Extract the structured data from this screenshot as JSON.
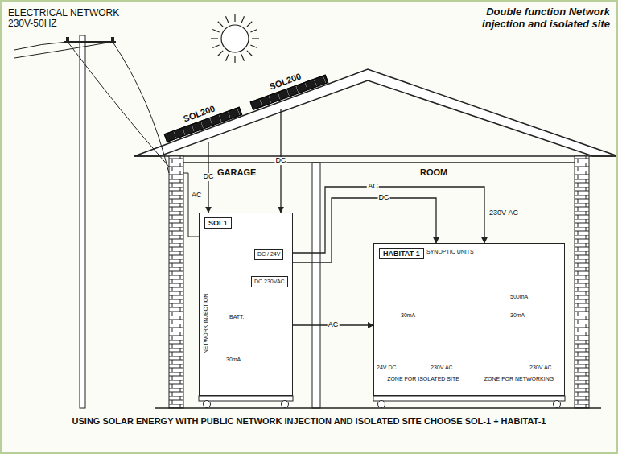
{
  "diagram": {
    "title": "Double function Network injection and isolated site",
    "caption": "USING SOLAR ENERGY WITH PUBLIC NETWORK INJECTION AND ISOLATED SITE CHOOSE SOL-1 + HABITAT-1",
    "nodes": [
      {
        "text": [
          "SOL200"
        ]
      },
      {
        "text": [
          "SOL200"
        ]
      },
      {
        "text": [
          "SOL1"
        ]
      },
      {
        "text": [
          "DC / 24V"
        ],
        "in": 2
      },
      {
        "text": [
          "DC 230VAC"
        ],
        "in": 2
      },
      {
        "text": [
          "HABITAT 1"
        ]
      }
    ],
    "edges": [
      {
        "from": 0,
        "to": 2,
        "label": "DC",
        "arrow": "to"
      },
      {
        "from": 1,
        "to": 2,
        "label": "DC",
        "arrow": "to"
      },
      {
        "from": 2,
        "to": 5,
        "label": "AC",
        "arrow": "to"
      },
      {
        "from": 2,
        "to": 5,
        "label": "DC",
        "arrow": "to"
      },
      {
        "from": 2,
        "to": 5,
        "label": "AC",
        "arrow": "to"
      }
    ],
    "labels": [
      "ELECTRICAL NETWORK 230V-50HZ",
      "GARAGE",
      "ROOM",
      "AC",
      "230V-AC",
      "NETWORK INJECTION",
      "BATT.",
      "30mA",
      "SYNOPTIC UNITS",
      "500mA",
      "30mA",
      "30mA",
      "24V DC",
      "230V AC",
      "230V AC",
      "ZONE FOR ISOLATED SITE",
      "ZONE FOR NETWORKING"
    ]
  }
}
